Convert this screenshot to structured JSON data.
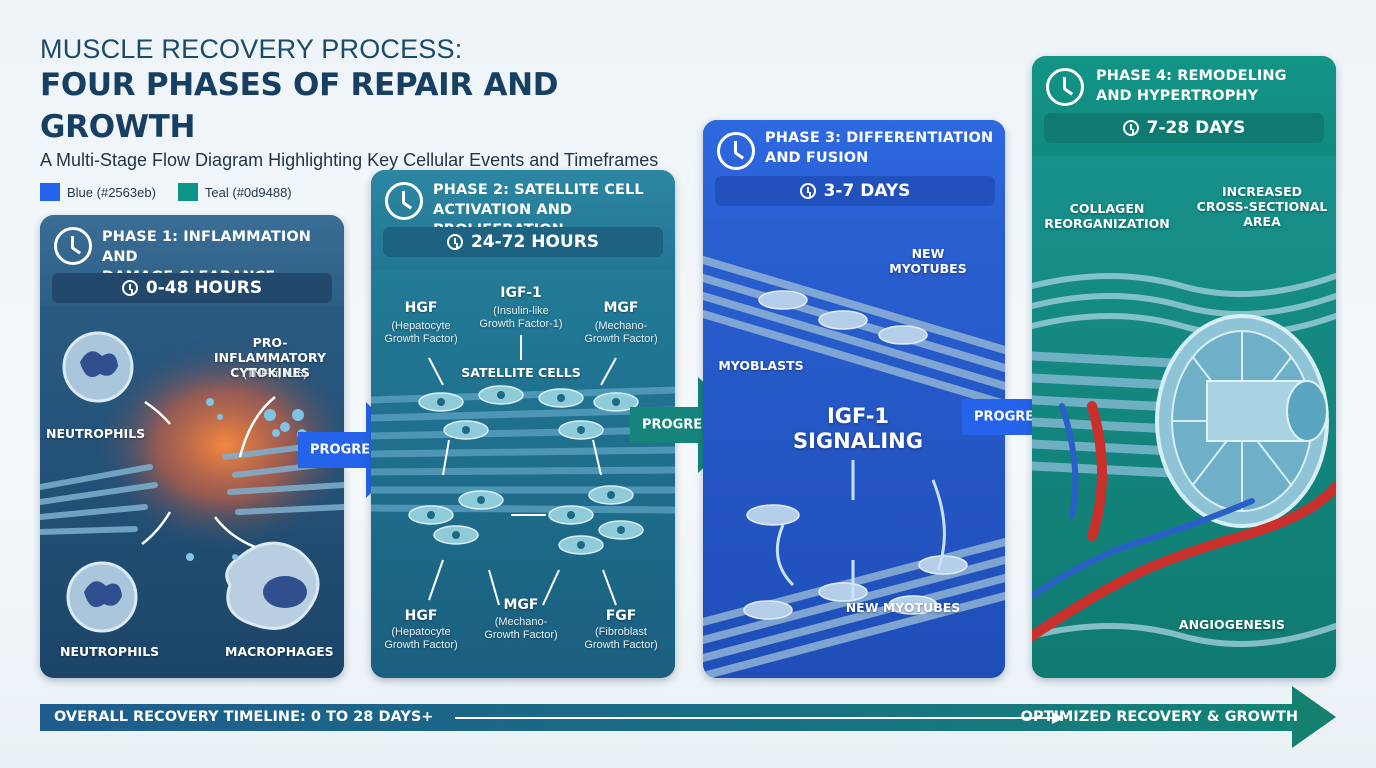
{
  "header": {
    "title_line1": "MUSCLE RECOVERY PROCESS:",
    "title_line2": "FOUR PHASES OF REPAIR AND GROWTH",
    "subtitle": "A Multi-Stage Flow Diagram Highlighting Key Cellular Events and Timeframes",
    "legend": [
      {
        "label": "Blue (#2563eb)",
        "color": "#2563eb"
      },
      {
        "label": "Teal (#0d9488)",
        "color": "#0d9488"
      }
    ]
  },
  "phases": [
    {
      "title_l1": "PHASE 1: INFLAMMATION AND",
      "title_l2": "DAMAGE CLEARANCE",
      "duration": "0-48 HOURS",
      "labels": {
        "cytokines_l1": "PRO-INFLAMMATORY",
        "cytokines_l2": "CYTOKINES",
        "cytokines_sub": "(TNF-α, IL-6)",
        "neutrophils_top": "NEUTROPHILS",
        "neutrophils_bottom": "NEUTROPHILS",
        "macrophages": "MACROPHAGES"
      }
    },
    {
      "title_l1": "PHASE 2: SATELLITE CELL",
      "title_l2": "ACTIVATION AND PROLIFERATION",
      "duration": "24-72 HOURS",
      "labels": {
        "hgf_top": "HGF",
        "hgf_top_sub1": "(Hepatocyte",
        "hgf_top_sub2": "Growth Factor)",
        "igf": "IGF-1",
        "igf_sub1": "(Insulin-like",
        "igf_sub2": "Growth Factor-1)",
        "mgf_top": "MGF",
        "mgf_top_sub1": "(Mechano-",
        "mgf_top_sub2": "Growth Factor)",
        "satellite": "SATELLITE CELLS",
        "hgf_bot": "HGF",
        "hgf_bot_sub1": "(Hepatocyte",
        "hgf_bot_sub2": "Growth Factor)",
        "mgf_bot": "MGF",
        "mgf_bot_sub1": "(Mechano-",
        "mgf_bot_sub2": "Growth Factor)",
        "fgf": "FGF",
        "fgf_sub1": "(Fibroblast",
        "fgf_sub2": "Growth Factor)"
      }
    },
    {
      "title_l1": "PHASE 3: DIFFERENTIATION",
      "title_l2": "AND FUSION",
      "duration": "3-7 DAYS",
      "labels": {
        "new_myotubes_top_l1": "NEW",
        "new_myotubes_top_l2": "MYOTUBES",
        "myoblasts": "MYOBLASTS",
        "igf_l1": "IGF-1",
        "igf_l2": "SIGNALING",
        "new_myotubes_bottom": "NEW MYOTUBES"
      }
    },
    {
      "title_l1": "PHASE 4: REMODELING",
      "title_l2": "AND HYPERTROPHY",
      "duration": "7-28 DAYS",
      "labels": {
        "collagen_l1": "COLLAGEN",
        "collagen_l2": "REORGANIZATION",
        "area_l1": "INCREASED",
        "area_l2": "CROSS-SECTIONAL",
        "area_l3": "AREA",
        "angiogenesis": "ANGIOGENESIS"
      }
    }
  ],
  "progression_label": "PROGRESSION",
  "timeline": {
    "left": "OVERALL RECOVERY TIMELINE: 0 TO 28 DAYS+",
    "right": "OPTIMIZED RECOVERY & GROWTH"
  }
}
